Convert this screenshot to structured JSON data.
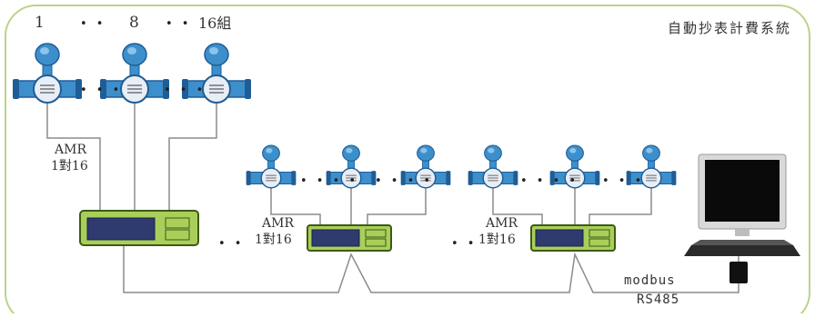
{
  "title": "自動抄表計費系統",
  "top_group": {
    "label_first": "1",
    "label_mid": "8",
    "label_last": "16組",
    "amr_label": "AMR",
    "ratio_label": "1對16"
  },
  "middle_group": {
    "amr_label": "AMR",
    "ratio_label": "1對16"
  },
  "right_group": {
    "amr_label": "AMR",
    "ratio_label": "1對16"
  },
  "bus": {
    "protocol": "modbus",
    "interface": "RS485"
  },
  "colors": {
    "frame": "#b9d48a",
    "meter": "#3d8fcc",
    "meter_dark": "#1f5d96",
    "amr_box": "#a9cf5a",
    "amr_display": "#2f3b6e",
    "wire": "#8c8c8c"
  }
}
